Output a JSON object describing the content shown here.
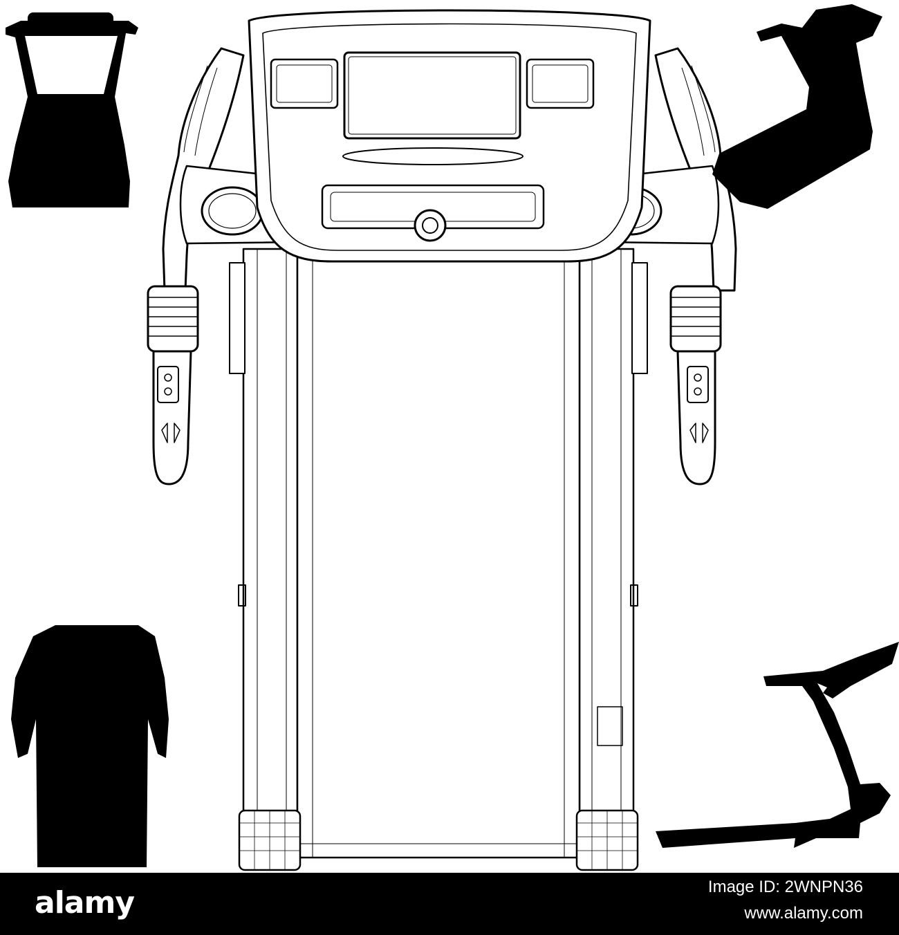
{
  "watermark": {
    "brand": "alamy",
    "image_id": "Image ID: 2WNPN36",
    "site": "www.alamy.com"
  },
  "colors": {
    "background": "#ffffff",
    "ink": "#000000",
    "footer_background": "#000000",
    "footer_text": "#ffffff"
  },
  "icons": [
    "treadmill-wireframe-front-view",
    "treadmill-silhouette-front",
    "treadmill-silhouette-perspective",
    "treadmill-silhouette-top",
    "treadmill-silhouette-side"
  ]
}
